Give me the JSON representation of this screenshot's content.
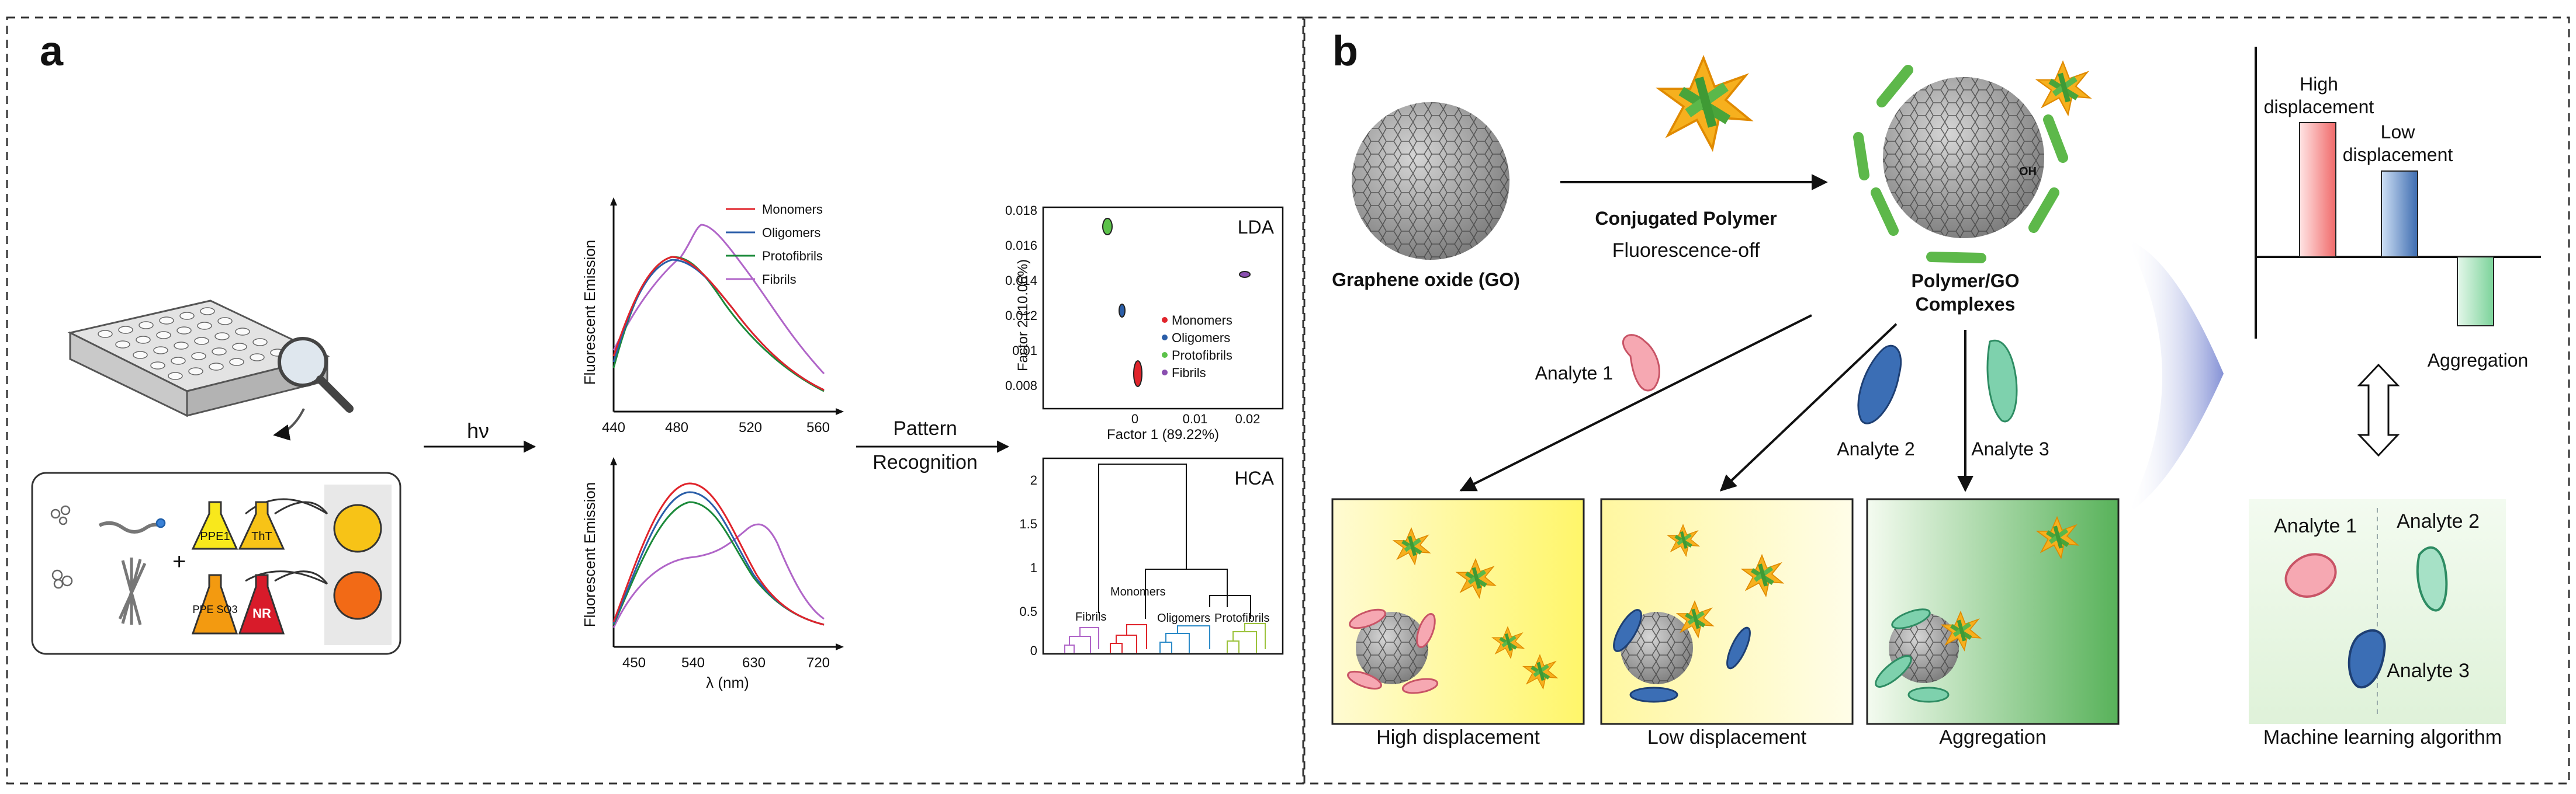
{
  "panel_a": {
    "label": "a",
    "hv": "hν",
    "pattern_recognition": [
      "Pattern",
      "Recognition"
    ],
    "sensors": [
      "PPE1",
      "ThT",
      "PPE SO3",
      "NR"
    ],
    "spectra_top": {
      "ylabel": "Fluorescent Emission",
      "xticks": [
        "440",
        "480",
        "520",
        "560"
      ],
      "legend": [
        "Monomers",
        "Oligomers",
        "Protofibrils",
        "Fibrils"
      ]
    },
    "spectra_bottom": {
      "ylabel": "Fluorescent Emission",
      "xticks": [
        "450",
        "540",
        "630",
        "720"
      ],
      "xlabel": "λ (nm)"
    },
    "lda": {
      "title": "LDA",
      "xlabel": "Factor 1 (89.22%)",
      "ylabel": "Factor 2 (10.06%)",
      "xticks": [
        "0",
        "0.01",
        "0.02"
      ],
      "yticks": [
        "0.018",
        "0.016",
        "0.014",
        "0.012",
        "0.01",
        "0.008"
      ],
      "legend": [
        "Monomers",
        "Oligomers",
        "Protofibrils",
        "Fibrils"
      ]
    },
    "hca": {
      "title": "HCA",
      "yticks": [
        "2",
        "1.5",
        "1",
        "0.5",
        "0"
      ],
      "cluster_labels": [
        "Fibrils",
        "Monomers",
        "Oligomers",
        "Protofibrils"
      ]
    }
  },
  "panel_b": {
    "label": "b",
    "go_label": "Graphene oxide (GO)",
    "polymer_title": "Conjugated Polymer",
    "polymer_sub": "Fluorescence-off",
    "complex_label": [
      "Polymer/GO",
      "Complexes"
    ],
    "oh": "OH",
    "analytes": [
      "Analyte 1",
      "Analyte 2",
      "Analyte 3"
    ],
    "boxes": [
      "High displacement",
      "Low displacement",
      "Aggregation"
    ],
    "bars": {
      "high": [
        "High",
        "displacement"
      ],
      "low": [
        "Low",
        "displacement"
      ],
      "agg": "Aggregation"
    },
    "ml_label": "Machine learning algorithm",
    "ml_analytes": [
      "Analyte 1",
      "Analyte 2",
      "Analyte 3"
    ]
  },
  "colors": {
    "monomers": "#e0242b",
    "oligomers": "#2b5ea8",
    "protofibrils": "#1b8a3a",
    "fibrils": "#b065c8"
  }
}
